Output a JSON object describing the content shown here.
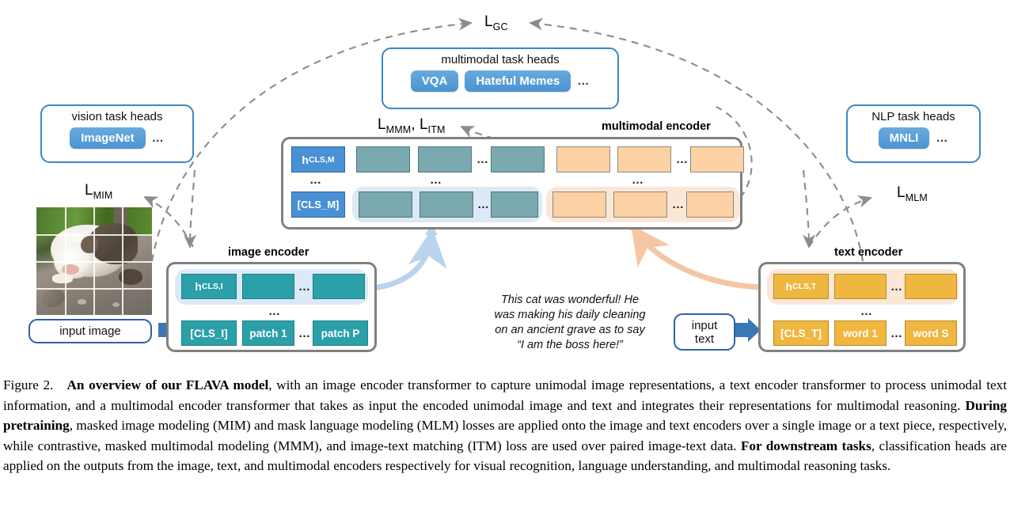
{
  "figure": {
    "number": "Figure 2.",
    "caption_bold_1": "An overview of our FLAVA model",
    "caption_part_1": ", with an image encoder transformer to capture unimodal image representations, a text encoder transformer to process unimodal text information, and a multimodal encoder transformer that takes as input the encoded unimodal image and text and integrates their representations for multimodal reasoning. ",
    "caption_bold_2": "During pretraining",
    "caption_part_2": ", masked image modeling (MIM) and mask language modeling (MLM) losses are applied onto the image and text encoders over a single image or a text piece, respectively, while contrastive, masked multimodal modeling (MMM), and image-text matching (ITM) loss are used over paired image-text data. ",
    "caption_bold_3": "For downstream tasks",
    "caption_part_3": ", classification heads are applied on the outputs from the image, text, and multimodal encoders respectively for visual recognition, language understanding, and multimodal reasoning tasks."
  },
  "task_heads": {
    "vision": {
      "title": "vision task heads",
      "items": [
        "ImageNet"
      ],
      "ellipsis": "…"
    },
    "multimodal": {
      "title": "multimodal task heads",
      "items": [
        "VQA",
        "Hateful Memes"
      ],
      "ellipsis": "…"
    },
    "nlp": {
      "title": "NLP task heads",
      "items": [
        "MNLI"
      ],
      "ellipsis": "…"
    }
  },
  "losses": {
    "gc": {
      "name": "L",
      "sub": "GC"
    },
    "mim": {
      "name": "L",
      "sub": "MIM"
    },
    "mlm": {
      "name": "L",
      "sub": "MLM"
    },
    "mmm_itm": {
      "name": "L",
      "sub": "MMM",
      "name2": ", L",
      "sub2": "ITM"
    }
  },
  "multimodal_encoder": {
    "label": "multimodal encoder",
    "hidden_cls_token": "h",
    "hidden_cls_sub": "CLS,M",
    "input_cls_token": "[CLS_M]",
    "image_tokens_top": [
      "",
      "",
      ""
    ],
    "image_tokens_bottom": [
      "",
      "",
      ""
    ],
    "text_tokens_top": [
      "",
      "",
      ""
    ],
    "text_tokens_bottom": [
      "",
      "",
      ""
    ],
    "ellipsis": "…",
    "vertical_ellipsis": "…"
  },
  "image_encoder": {
    "label": "image encoder",
    "hidden_cls_token": "h",
    "hidden_cls_sub": "CLS,I",
    "hidden_boxes": [
      "",
      ""
    ],
    "input_tokens": [
      "[CLS_I]",
      "patch 1",
      "patch P"
    ],
    "ellipsis": "…",
    "vertical_ellipsis": "…"
  },
  "text_encoder": {
    "label": "text encoder",
    "hidden_cls_token": "h",
    "hidden_cls_sub": "CLS,T",
    "hidden_boxes": [
      "",
      ""
    ],
    "input_tokens": [
      "[CLS_T]",
      "word 1",
      "word S"
    ],
    "ellipsis": "…",
    "vertical_ellipsis": "…"
  },
  "inputs": {
    "image_label": "input image",
    "text_label": "input\ntext",
    "text_label_line1": "input",
    "text_label_line2": "text",
    "sample_caption": "This cat was wonderful! He was making his daily cleaning on an ancient grave as to say “I am the boss here!”",
    "sample_caption_lines": [
      "This cat was wonderful! He",
      "was making his daily cleaning",
      "on an ancient grave as to say",
      "“I am the boss here!”"
    ]
  },
  "colors": {
    "task_head_border": "#3a87c8",
    "task_head_pill": "#4a93d2",
    "encoder_border": "#808080",
    "image_token": "#2ba0a8",
    "image_token_pale": "#7aa9b0",
    "text_token": "#efb73f",
    "text_token_pale": "#fcd1a3",
    "cls_token": "#4a90d4",
    "image_highlight": "#dce9f6",
    "text_highlight": "#fbe7d8",
    "dashed_arrow": "#8c8c8c",
    "input_border": "#2f5fa8"
  }
}
